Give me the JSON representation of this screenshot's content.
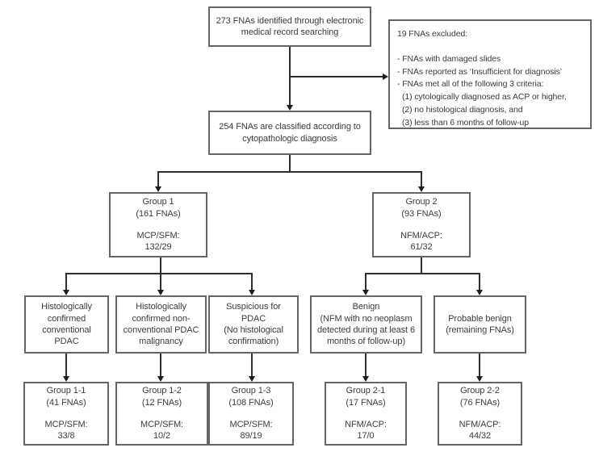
{
  "palette": {
    "background": "#ffffff",
    "box_border": "#656565",
    "text": "#3c3c3c",
    "connector": "#2e2e2e"
  },
  "boxes": {
    "identified": {
      "text": "273 FNAs identified through electronic medical record searching"
    },
    "excluded": {
      "title": "19 FNAs excluded:",
      "items": [
        "- FNAs with damaged slides",
        "- FNAs reported as ‘Insufficient for diagnosis’",
        "- FNAs met all of the following 3 criteria:",
        "(1) cytologically diagnosed as ACP or higher,",
        "(2) no histological diagnosis, and",
        "(3) less than 6 months of follow-up"
      ]
    },
    "classified": {
      "text": "254 FNAs are classified according to cytopathologic diagnosis"
    },
    "group1": {
      "name": "Group 1",
      "count": "(161 FNAs)",
      "measure": "MCP/SFM:",
      "ratio": "132/29"
    },
    "group2": {
      "name": "Group 2",
      "count": "(93 FNAs)",
      "measure": "NFM/ACP:",
      "ratio": "61/32"
    },
    "criteria1": {
      "line1": "Histologically confirmed conventional PDAC",
      "line2": ""
    },
    "criteria2": {
      "line1": "Histologically confirmed non-conventional PDAC malignancy",
      "line2": ""
    },
    "criteria3": {
      "line1": "Suspicious for PDAC",
      "line2": "(No histological confirmation)"
    },
    "criteria4": {
      "line1": "Benign",
      "line2": "(NFM with no neoplasm detected during at least 6 months of follow-up)"
    },
    "criteria5": {
      "line1": "Probable benign",
      "line2": "(remaining FNAs)"
    },
    "group11": {
      "name": "Group 1-1",
      "count": "(41 FNAs)",
      "measure": "MCP/SFM:",
      "ratio": "33/8"
    },
    "group12": {
      "name": "Group 1-2",
      "count": "(12 FNAs)",
      "measure": "MCP/SFM:",
      "ratio": "10/2"
    },
    "group13": {
      "name": "Group 1-3",
      "count": "(108 FNAs)",
      "measure": "MCP/SFM:",
      "ratio": "89/19"
    },
    "group21": {
      "name": "Group 2-1",
      "count": "(17 FNAs)",
      "measure": "NFM/ACP:",
      "ratio": "17/0"
    },
    "group22": {
      "name": "Group 2-2",
      "count": "(76 FNAs)",
      "measure": "NFM/ACP:",
      "ratio": "44/32"
    }
  }
}
